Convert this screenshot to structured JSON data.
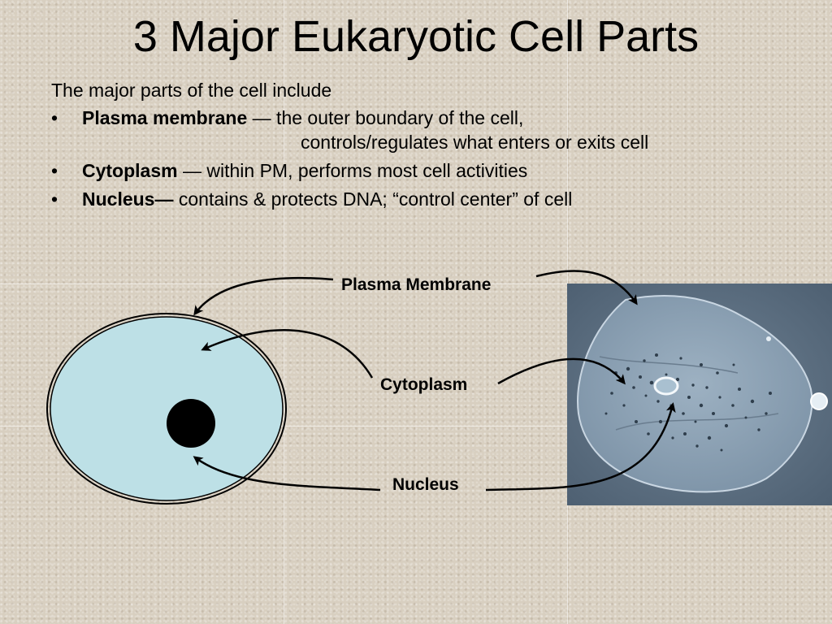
{
  "slide": {
    "title": "3 Major Eukaryotic Cell Parts",
    "intro": "The major parts of the cell include",
    "bullets": [
      {
        "marker": "•",
        "term": "Plasma membrane",
        "text": " — the outer boundary of the cell,",
        "continuation": "controls/regulates what enters or exits cell"
      },
      {
        "marker": "•",
        "term": "Cytoplasm",
        "text": " — within PM, performs most cell activities"
      },
      {
        "marker": "•",
        "term": "Nucleus—",
        "text": " contains &  protects DNA; “control center” of cell"
      }
    ]
  },
  "diagram": {
    "labels": {
      "plasma_membrane": "Plasma Membrane",
      "cytoplasm": "Cytoplasm",
      "nucleus": "Nucleus"
    },
    "colors": {
      "cytoplasm_fill": "#bde0e6",
      "nucleus_fill": "#000000",
      "micrograph_bg": "#5c6f80",
      "cell_body": "#8ea3b6"
    }
  }
}
